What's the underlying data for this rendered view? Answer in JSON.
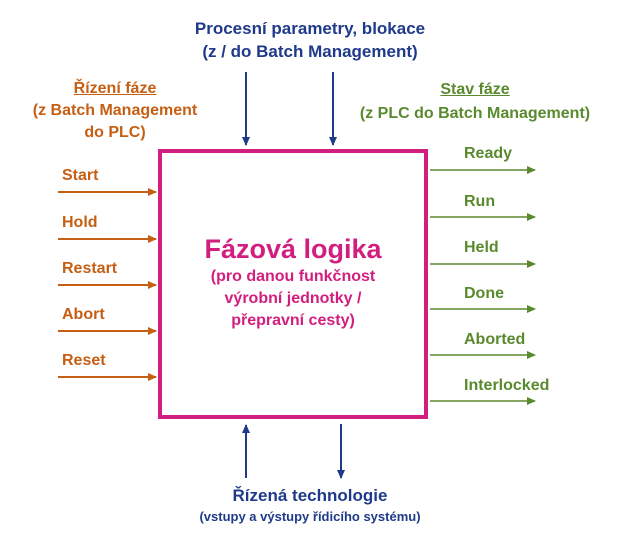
{
  "top": {
    "line1": "Procesní parametry, blokace",
    "line2": "(z / do Batch Management)"
  },
  "left_header": {
    "title": "Řízení fáze",
    "sub1": "(z Batch Management",
    "sub2": "do PLC)"
  },
  "right_header": {
    "title": "Stav fáze",
    "sub": "(z PLC do Batch Management)"
  },
  "inputs": [
    "Start",
    "Hold",
    "Restart",
    "Abort",
    "Reset"
  ],
  "outputs": [
    "Ready",
    "Run",
    "Held",
    "Done",
    "Aborted",
    "Interlocked"
  ],
  "center": {
    "title": "Fázová logika",
    "line1": "(pro danou funkčnost",
    "line2": "výrobní jednotky /",
    "line3": "přepravní cesty)"
  },
  "bottom": {
    "title": "Řízená technologie",
    "sub": "(vstupy a výstupy řídicího systému)"
  },
  "colors": {
    "blue": "#1f3a8a",
    "orange": "#c65f14",
    "green": "#5a8a2e",
    "pink": "#d21e7f"
  }
}
